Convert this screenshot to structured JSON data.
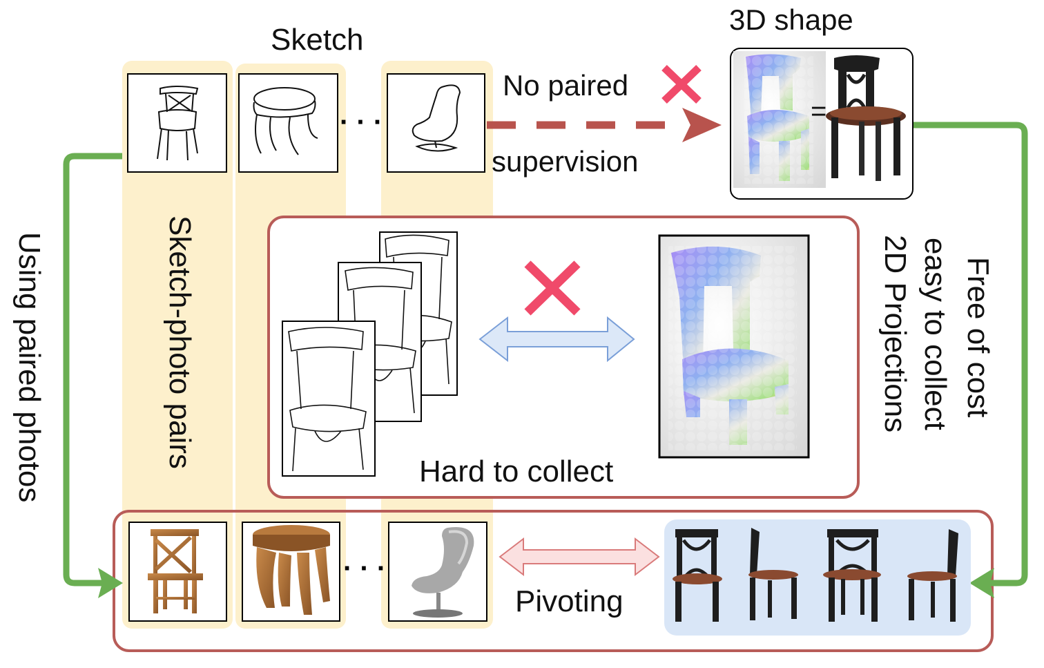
{
  "labels": {
    "sketch": "Sketch",
    "shape_3d": "3D shape",
    "no_paired": "No paired",
    "supervision": "supervision",
    "sketch_photo_pairs": "Sketch-photo pairs",
    "using_paired_photos": "Using paired photos",
    "free_of_cost": "Free of cost",
    "easy_to_collect": "easy to collect",
    "projections_2d": "2D Projections",
    "hard_to_collect": "Hard to collect",
    "pivoting": "Pivoting",
    "equals": "=",
    "ellipsis": "· · ·"
  },
  "colors": {
    "column_highlight": "#fdf0cc",
    "green_arrow": "#6aae52",
    "red_dashed_arrow": "#b8534d",
    "cross": "#f04a6a",
    "box_border": "#b85c58",
    "blue_arrow_fill": "#dce8f8",
    "blue_arrow_stroke": "#7a9fd8",
    "pink_arrow_fill": "#fbe0e0",
    "pink_arrow_stroke": "#d97a7a",
    "projection_bg": "#d9e6f7"
  },
  "icons": [
    "chair-sketch-icon",
    "stool-sketch-icon",
    "curvy-chair-sketch-icon",
    "point-cloud-chair-icon",
    "chair-render-icon",
    "bar-stool-photo-icon",
    "wooden-stool-photo-icon",
    "curvy-chair-photo-icon"
  ]
}
